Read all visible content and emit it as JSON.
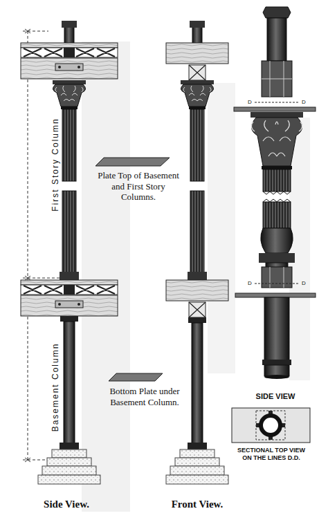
{
  "diagram": {
    "labels": [
      "First Story Column",
      "Basement Column",
      "Plate Top of Basement and First Story Columns.",
      "Bottom Plate under Basement Column.",
      "D",
      "D",
      "D",
      "D",
      "SIDE VIEW",
      "SECTIONAL TOP VIEW ON THE LINES D.D.",
      "Side View.",
      "Front View."
    ]
  }
}
